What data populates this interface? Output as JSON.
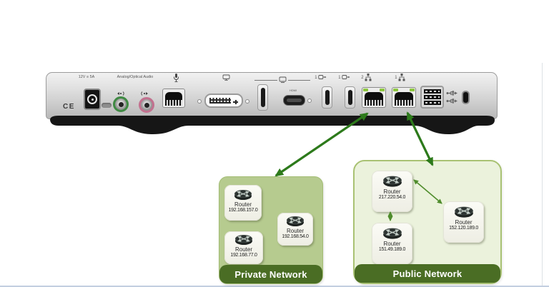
{
  "diagram": {
    "device": {
      "ce_mark": "CE",
      "power_label": "12V ≡ 5A",
      "audio_label": "Analog/Optical Audio",
      "hdmi_label": "HDMI",
      "displayport_out_1_count": "1",
      "displayport_out_2_count": "1",
      "lan_port_2_count": "2",
      "lan_port_1_count": "1"
    },
    "private_network": {
      "title": "Private Network",
      "routers": [
        {
          "label": "Router",
          "ip": "192.168.157.0"
        },
        {
          "label": "Router",
          "ip": "192.168.77.0"
        },
        {
          "label": "Router",
          "ip": "192.168.54.0"
        }
      ]
    },
    "public_network": {
      "title": "Public Network",
      "routers": [
        {
          "label": "Router",
          "ip": "217.220.54.0"
        },
        {
          "label": "Router",
          "ip": "151.49.189.0"
        },
        {
          "label": "Router",
          "ip": "152.120.189.0"
        }
      ]
    },
    "colors": {
      "arrow_green": "#2d7a1b",
      "banner_green": "#4a6d24",
      "private_fill": "#b6cb8f",
      "public_fill": "#ebf2dc",
      "led_green": "#8dc63f"
    }
  }
}
